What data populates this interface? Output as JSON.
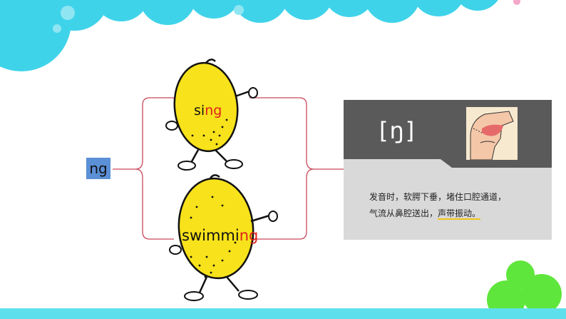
{
  "phoneme_label": "ng",
  "words": [
    {
      "before": "si",
      "highlight": "ng"
    },
    {
      "before": "swimmi",
      "highlight": "ng"
    }
  ],
  "card": {
    "ipa": "[ŋ]",
    "line1": "发音时，软腭下垂，堵住口腔通道，",
    "line2_prefix": "气流从鼻腔送出，",
    "line2_highlight": "声带振动。"
  },
  "colors": {
    "bubble": "#3fd3ea",
    "lemon": "#f7e21b",
    "bracket": "#c9485b",
    "card_dark": "#5a5a5a",
    "green": "#5fe63c"
  }
}
